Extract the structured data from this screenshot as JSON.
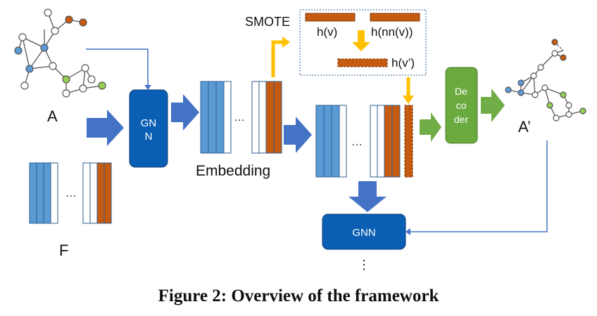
{
  "labels": {
    "graph_a": "A",
    "graph_a_prime": "A’",
    "features": "F",
    "embedding": "Embedding",
    "smote": "SMOTE",
    "h_v": "h(v)",
    "h_nn_v": "h(nn(v))",
    "h_v_prime": "h(v’)",
    "ellipsis": "…",
    "vertical_ellipsis": "⋮"
  },
  "boxes": {
    "gnn_top_line1": "GN",
    "gnn_top_line2": "N",
    "decoder_line1": "De",
    "decoder_line2": "co",
    "decoder_line3": "der",
    "gnn_bottom": "GNN"
  },
  "caption": "Figure 2: Overview of the framework",
  "colors": {
    "blue_box": "#0a5fb4",
    "green_box": "#6aaa3e",
    "arrow_blue": "#4472c4",
    "arrow_green": "#70ad47",
    "arrow_orange": "#ffc000",
    "bar_blue": "#5b9bd5",
    "bar_orange": "#c55a11",
    "node_blue": "#5b9bd5",
    "node_green": "#92d050"
  }
}
